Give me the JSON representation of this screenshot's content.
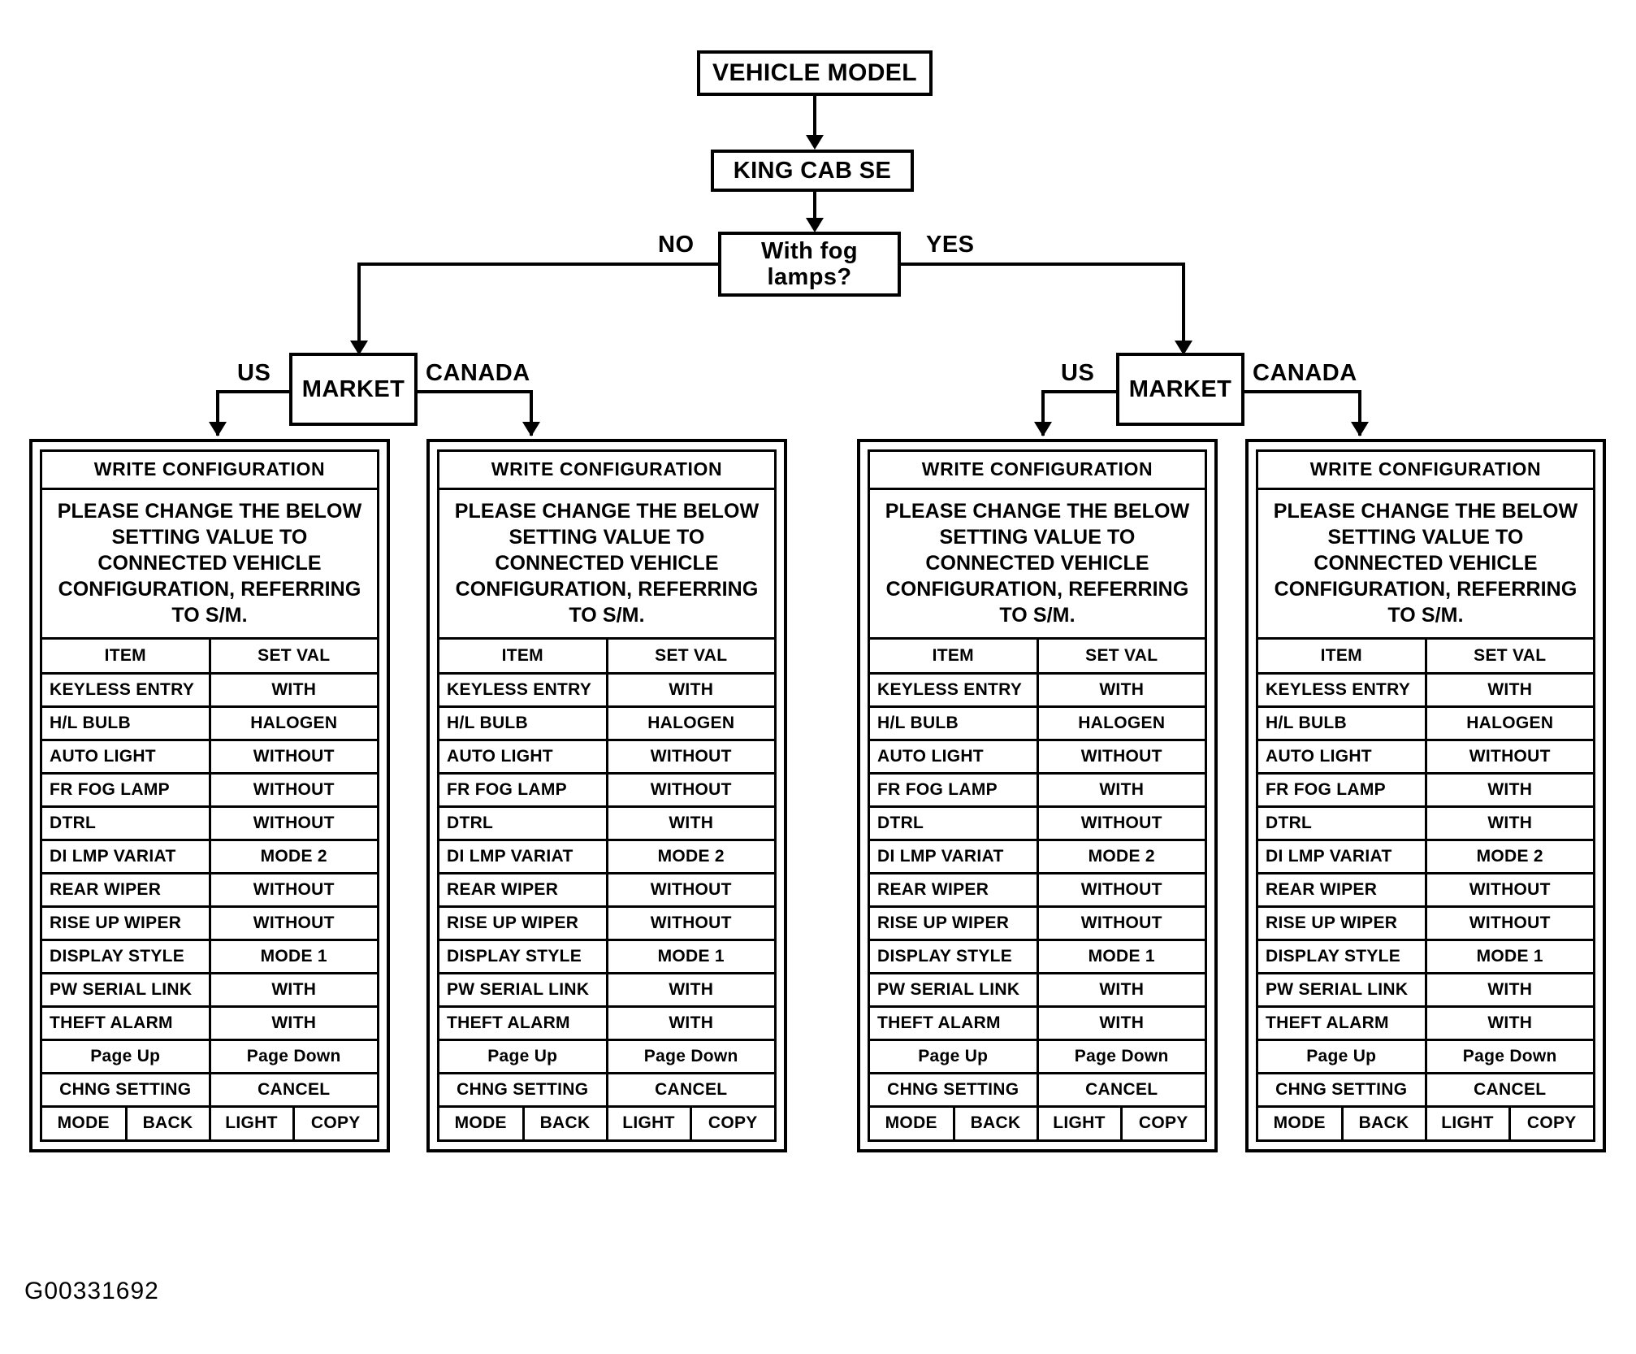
{
  "diagram": {
    "caption": "G00331692",
    "nodes": {
      "vehicle_model": "VEHICLE MODEL",
      "king_cab_se": "KING CAB SE",
      "fog_question": "With fog lamps?",
      "market_left": "MARKET",
      "market_right": "MARKET"
    },
    "edge_labels": {
      "no": "NO",
      "yes": "YES",
      "us_left": "US",
      "canada_left": "CANADA",
      "us_right": "US",
      "canada_right": "CANADA"
    }
  },
  "panel_common": {
    "title": "WRITE CONFIGURATION",
    "message": "PLEASE CHANGE THE BELOW SETTING VALUE TO CONNECTED VEHICLE CONFIGURATION, REFERRING TO S/M.",
    "columns": [
      "ITEM",
      "SET VAL"
    ],
    "items": [
      "KEYLESS ENTRY",
      "H/L BULB",
      "AUTO LIGHT",
      "FR FOG LAMP",
      "DTRL",
      "DI LMP VARIAT",
      "REAR WIPER",
      "RISE UP WIPER",
      "DISPLAY STYLE",
      "PW SERIAL LINK",
      "THEFT ALARM"
    ],
    "page_up": "Page Up",
    "page_down": "Page Down",
    "chng_setting": "CHNG SETTING",
    "cancel": "CANCEL",
    "softkeys": [
      "MODE",
      "BACK",
      "LIGHT",
      "COPY"
    ]
  },
  "panels": [
    {
      "id": "no-fog-us",
      "values": [
        "WITH",
        "HALOGEN",
        "WITHOUT",
        "WITHOUT",
        "WITHOUT",
        "MODE 2",
        "WITHOUT",
        "WITHOUT",
        "MODE 1",
        "WITH",
        "WITH"
      ]
    },
    {
      "id": "no-fog-canada",
      "values": [
        "WITH",
        "HALOGEN",
        "WITHOUT",
        "WITHOUT",
        "WITH",
        "MODE 2",
        "WITHOUT",
        "WITHOUT",
        "MODE 1",
        "WITH",
        "WITH"
      ]
    },
    {
      "id": "fog-us",
      "values": [
        "WITH",
        "HALOGEN",
        "WITHOUT",
        "WITH",
        "WITHOUT",
        "MODE 2",
        "WITHOUT",
        "WITHOUT",
        "MODE 1",
        "WITH",
        "WITH"
      ]
    },
    {
      "id": "fog-canada",
      "values": [
        "WITH",
        "HALOGEN",
        "WITHOUT",
        "WITH",
        "WITH",
        "MODE 2",
        "WITHOUT",
        "WITHOUT",
        "MODE 1",
        "WITH",
        "WITH"
      ]
    }
  ]
}
